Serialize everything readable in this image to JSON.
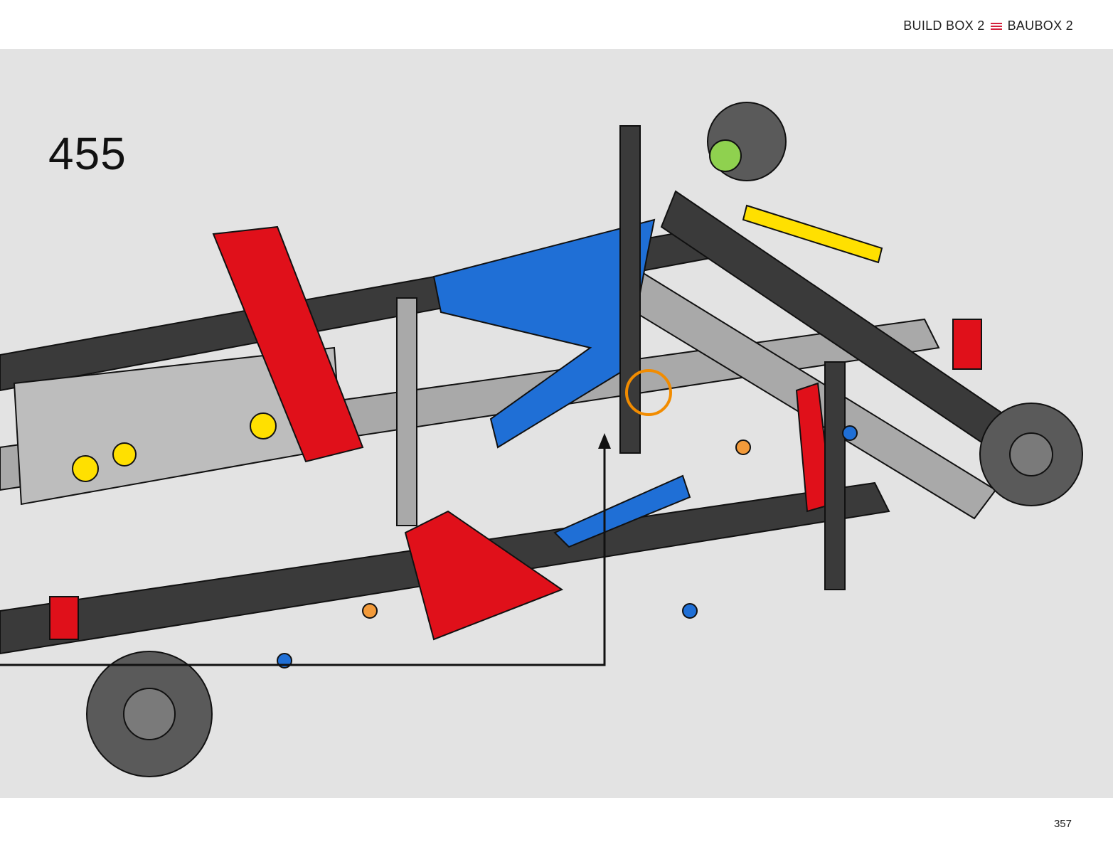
{
  "header": {
    "build_box_en": "BUILD BOX 2",
    "build_box_de": "BAUBOX 2",
    "separator_icon": "triple-bar-icon",
    "accent_color": "#d4213d"
  },
  "step": {
    "number": "455"
  },
  "footer": {
    "page_number": "357"
  },
  "callouts": {
    "highlight_color": "#f28c00",
    "arrow_color": "#111111"
  },
  "palette": {
    "background": "#e3e3e3",
    "dark_gray": "#3a3a3a",
    "light_gray": "#a9a9a9",
    "red": "#e0101a",
    "blue": "#1f6fd6",
    "yellow": "#ffe000",
    "orange": "#f29a3a",
    "lime": "#8fd14f"
  }
}
